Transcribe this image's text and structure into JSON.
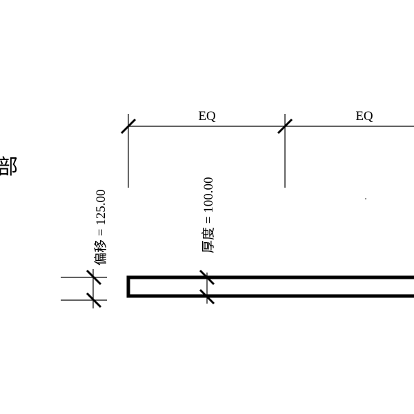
{
  "view_label_fragment": "部",
  "dimensions": {
    "eq_left": "EQ",
    "eq_right": "EQ",
    "offset": "偏移 = 125.00",
    "thickness": "厚度 = 100.00"
  }
}
